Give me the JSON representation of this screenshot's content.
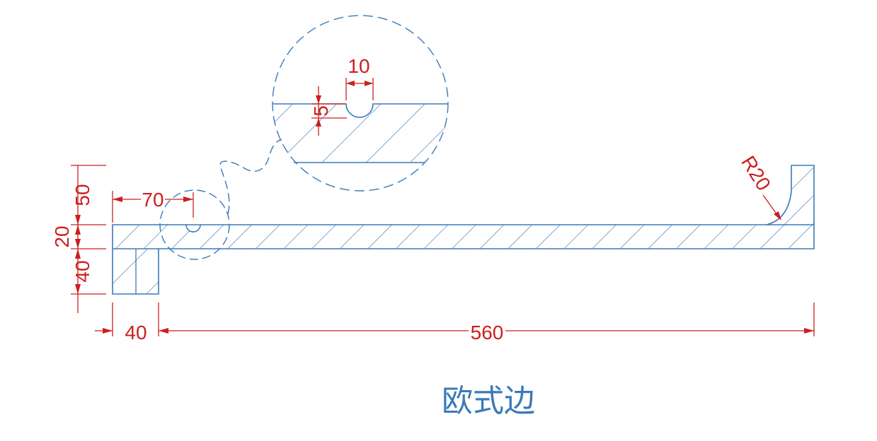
{
  "title": "欧式边",
  "dimensions": {
    "height_top": "50",
    "height_mid": "20",
    "height_bottom": "40",
    "offset_70": "70",
    "width_40": "40",
    "width_560": "560",
    "radius": "R20",
    "detail_width": "10",
    "detail_depth": "5"
  },
  "colors": {
    "outline": "#3a7ab8",
    "dimension": "#cc1f1f",
    "background": "#ffffff"
  }
}
